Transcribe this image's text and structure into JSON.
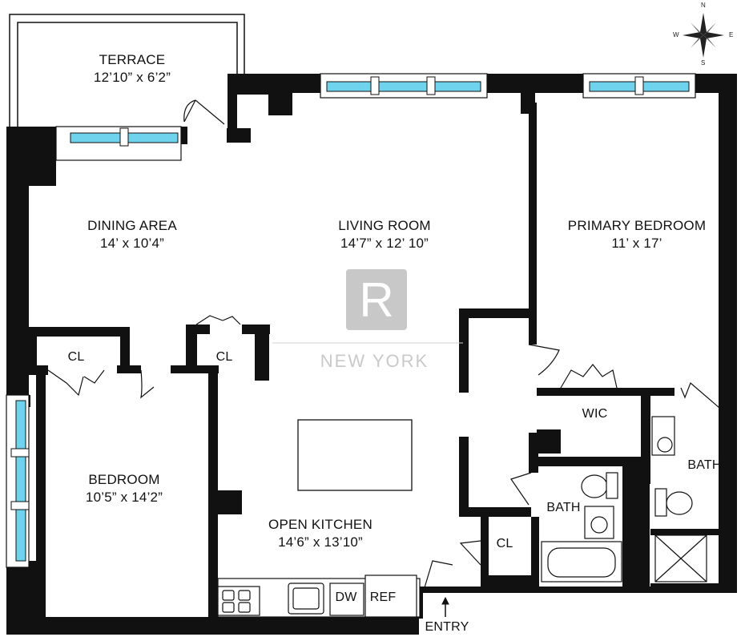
{
  "rooms": {
    "terrace": {
      "name": "TERRACE",
      "size": "12’10” x 6’2”"
    },
    "dining": {
      "name": "DINING AREA",
      "size": "14’ x 10’4”"
    },
    "living": {
      "name": "LIVING ROOM",
      "size": "14’7” x 12’ 10”"
    },
    "primary": {
      "name": "PRIMARY BEDROOM",
      "size": "11’ x 17’"
    },
    "bedroom": {
      "name": "BEDROOM",
      "size": "10’5” x 14’2”"
    },
    "kitchen": {
      "name": "OPEN KITCHEN",
      "size": "14’6” x 13’10”"
    }
  },
  "labels": {
    "closet": "CL",
    "wic": "WIC",
    "bath": "BATH",
    "dw": "DW",
    "ref": "REF",
    "entry": "ENTRY"
  },
  "watermark": {
    "logo": "R",
    "text": "NEW YORK"
  },
  "compass": {
    "n": "N",
    "s": "S",
    "e": "E",
    "w": "W"
  },
  "colors": {
    "wall": "#111111",
    "window": "#6fd3ee",
    "watermark": "#c8c8c8"
  }
}
